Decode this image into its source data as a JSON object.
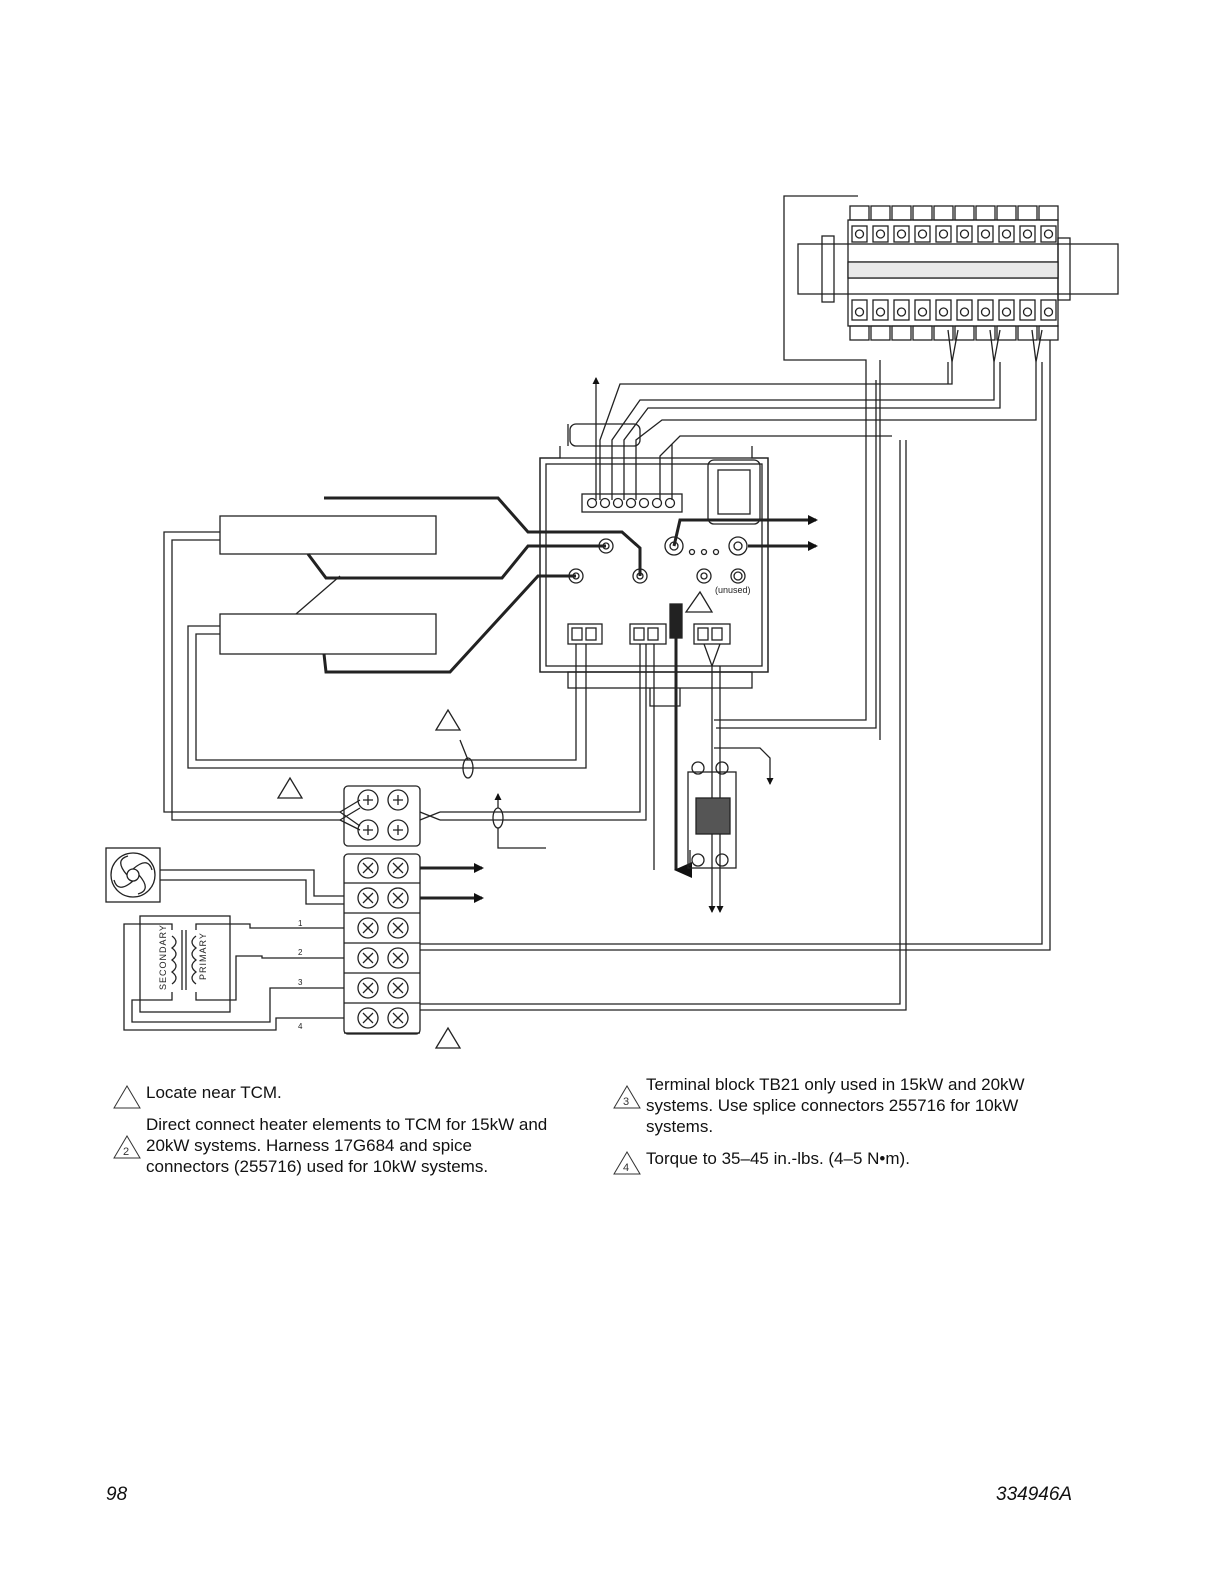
{
  "diagram": {
    "transformer": {
      "secondary_label": "SECONDARY",
      "primary_label": "PRIMARY"
    },
    "terminal_numbers": [
      "1",
      "2",
      "3",
      "4"
    ],
    "tcm": {
      "unused_label": "(unused)"
    }
  },
  "notes": [
    {
      "id": "1",
      "marker": "",
      "text": "Locate near TCM."
    },
    {
      "id": "2",
      "marker": "2",
      "text": "Direct connect heater elements to TCM for 15kW and 20kW systems.  Harness 17G684 and spice connectors (255716) used for 10kW systems."
    },
    {
      "id": "3",
      "marker": "3",
      "text": "Terminal block TB21 only used in 15kW and 20kW systems.  Use splice connectors 255716 for 10kW systems."
    },
    {
      "id": "4",
      "marker": "4",
      "text": "Torque to 35–45 in.-lbs. (4–5 N•m)."
    }
  ],
  "footer": {
    "page_number": "98",
    "doc_number": "334946A"
  }
}
